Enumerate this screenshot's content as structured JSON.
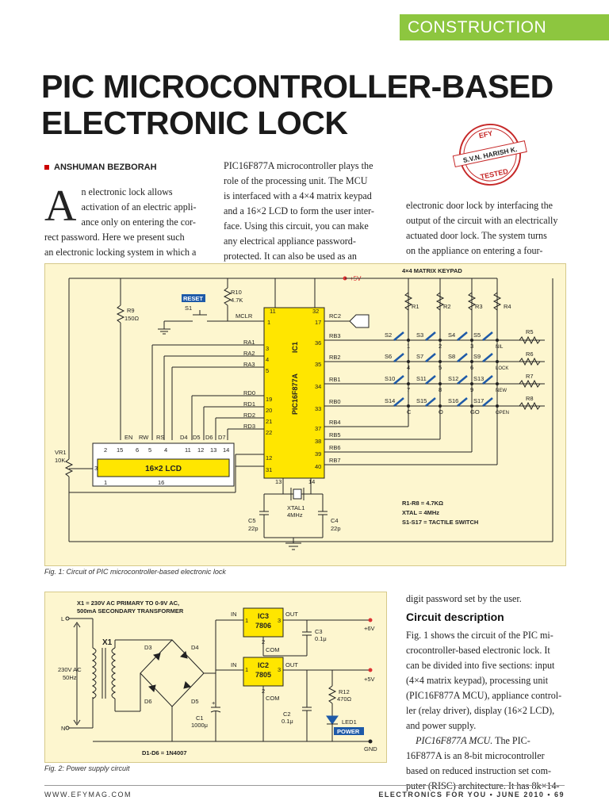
{
  "header": {
    "section": "CONSTRUCTION"
  },
  "title": {
    "line1": "PIC MICROCONTROLLER-BASED",
    "line2": "ELECTRONIC LOCK"
  },
  "stamp": {
    "top": "EFY",
    "name": "S.V.N. HARISH K.",
    "bottom": "TESTED"
  },
  "author": "ANSHUMAN BEZBORAH",
  "body": {
    "dropcap": "A",
    "col1": [
      "n electronic lock allows",
      "activation of an electric appli-",
      "ance only on entering the cor-",
      "rect password. Here we present such",
      "an electronic locking system in which a"
    ],
    "col2": [
      "PIC16F877A microcontroller plays the",
      "role of the processing unit. The MCU",
      "is interfaced with a 4×4 matrix keypad",
      "and a 16×2 LCD to form the user inter-",
      "face. Using this circuit, you can make",
      "any electrical appliance password-",
      "protected. It can also be used as an"
    ],
    "col3": [
      "electronic door lock by interfacing the",
      "output of the circuit with an electrically",
      "actuated door lock. The system turns",
      "on the appliance on entering a four-"
    ],
    "col4_first": "digit password set by the user.",
    "subhead": "Circuit description",
    "col4": [
      "Fig. 1 shows the circuit of the PIC mi-",
      "crocontroller-based electronic lock. It",
      "can be divided into five sections: input",
      "(4×4 matrix keypad), processing unit",
      "(PIC16F877A MCU), appliance control-",
      "ler (relay driver), display (16×2 LCD),",
      "and power supply."
    ],
    "col4_p2_lead": "PIC16F877A MCU.",
    "col4_p2": [
      " The PIC-",
      "16F877A is an 8-bit microcontroller",
      "based on reduced instruction set com-",
      "puter (RISC) architecture. It has 8k×14-"
    ]
  },
  "fig1": {
    "caption": "Fig. 1: Circuit of PIC microcontroller-based electronic lock",
    "vcc": "+5V",
    "keypad_title": "4×4 MATRIX KEYPAD",
    "reset": "RESET",
    "s1": "S1",
    "r10": "R10",
    "r10v": "4.7K",
    "r9": "R9",
    "r9v": "150Ω",
    "mclr": "MCLR",
    "ic1": "IC1",
    "ic1p": "PIC16F877A",
    "lcd": "16×2 LCD",
    "vr1": "VR1",
    "vr1v": "10K",
    "xtal": "XTAL1",
    "xtalv": "4MHz",
    "c5": "C5",
    "c5v": "22p",
    "c4": "C4",
    "c4v": "22p",
    "lcd_pins_label": [
      "EN",
      "RW",
      "RS",
      "D4",
      "D5",
      "D6",
      "D7"
    ],
    "lcd_pins": [
      "2",
      "15",
      "6",
      "5",
      "4",
      "11",
      "12",
      "13",
      "14"
    ],
    "lcd_bottom": [
      "3",
      "1",
      "16"
    ],
    "ic_left": [
      "RA1",
      "RA2",
      "RA3",
      "RD0",
      "RD1",
      "RD2",
      "RD3"
    ],
    "ic_left_pins": [
      "3",
      "4",
      "5",
      "19",
      "20",
      "21",
      "22",
      "12",
      "31",
      "11",
      "1"
    ],
    "ic_right": [
      "RC2",
      "RB3",
      "RB2",
      "RB1",
      "RB0",
      "RB4",
      "RB5",
      "RB6",
      "RB7"
    ],
    "ic_right_pins": [
      "32",
      "17",
      "36",
      "35",
      "34",
      "33",
      "37",
      "38",
      "39",
      "40",
      "13",
      "14"
    ],
    "r_top": [
      "R1",
      "R2",
      "R3",
      "R4"
    ],
    "r_right": [
      "R5",
      "R6",
      "R7",
      "R8"
    ],
    "switches": [
      [
        "S2",
        "1",
        "S3",
        "2",
        "S4",
        "3",
        "S5",
        "NIL"
      ],
      [
        "S6",
        "4",
        "S7",
        "5",
        "S8",
        "6",
        "S9",
        "LOCK"
      ],
      [
        "S10",
        "7",
        "S11",
        "8",
        "S12",
        "9",
        "S13",
        "NEW"
      ],
      [
        "S14",
        "C",
        "S15",
        "O",
        "S16",
        "GO",
        "S17",
        "OPEN"
      ]
    ],
    "notes": [
      "R1-R8 = 4.7KΩ",
      "XTAL = 4MHz",
      "S1-S17 = TACTILE SWITCH"
    ]
  },
  "fig2": {
    "caption": "Fig. 2: Power supply circuit",
    "x1_note1": "X1 = 230V AC PRIMARY TO 0-9V AC,",
    "x1_note2": "500mA SECONDARY TRANSFORMER",
    "x1": "X1",
    "l": "L",
    "n": "N",
    "ac1": "230V AC",
    "ac2": "50Hz",
    "ic3": "IC3",
    "ic3v": "7806",
    "ic2": "IC2",
    "ic2v": "7805",
    "in": "IN",
    "out": "OUT",
    "com": "COM",
    "p1": "1",
    "p2": "2",
    "p3": "3",
    "c3": "C3",
    "c3v": "0.1μ",
    "c2": "C2",
    "c2v": "0.1μ",
    "c1": "C1",
    "c1v": "1000μ",
    "r12": "R12",
    "r12v": "470Ω",
    "led": "LED1",
    "power": "POWER",
    "v6": "+6V",
    "v5": "+5V",
    "gnd": "GND",
    "d": [
      "D3",
      "D4",
      "D6",
      "D5"
    ],
    "dnote": "D1-D6 = 1N4007"
  },
  "footer": {
    "left": "WWW.EFYMAG.COM",
    "right": "ELECTRONICS FOR YOU • JUNE 2010 • 69"
  }
}
